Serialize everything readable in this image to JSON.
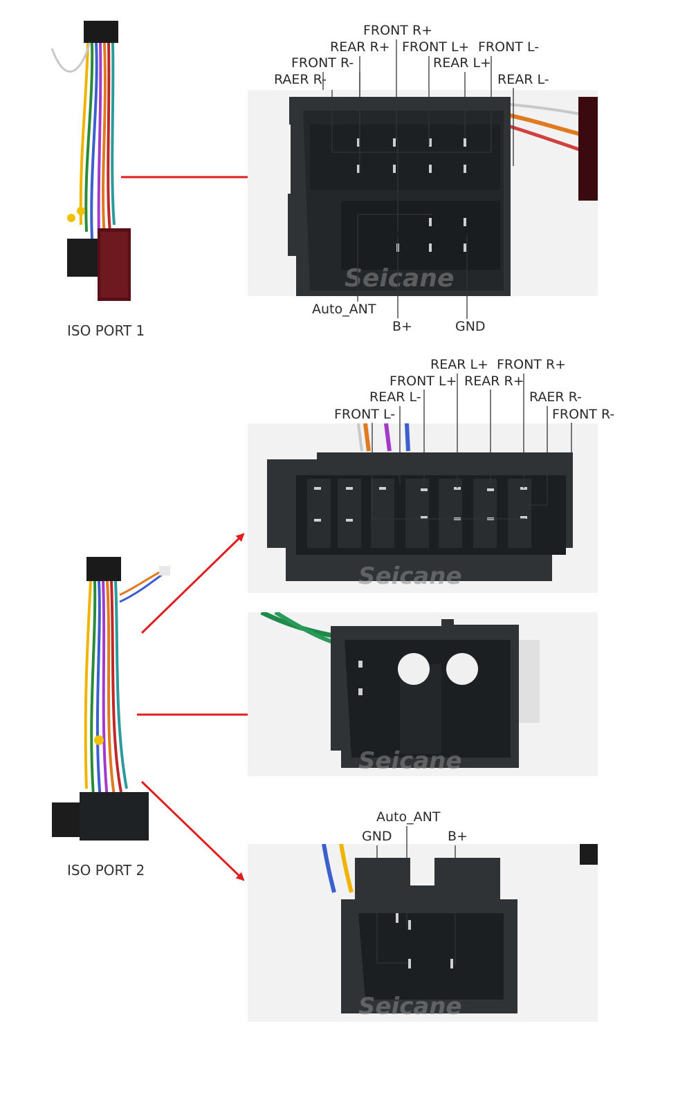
{
  "port1": {
    "caption": "ISO PORT 1",
    "labels": {
      "front_r_plus": "FRONT R+",
      "rear_r_plus": "REAR R+",
      "front_l_plus": "FRONT L+",
      "front_l_minus": "FRONT L-",
      "front_r_minus": "FRONT R-",
      "rear_l_plus": "REAR L+",
      "raer_r_minus": "RAER R-",
      "rear_l_minus": "REAR L-",
      "auto_ant": "Auto_ANT",
      "b_plus": "B+",
      "gnd": "GND"
    }
  },
  "port2": {
    "caption": "ISO PORT 2",
    "speaker_labels": {
      "rear_l_plus": "REAR L+",
      "front_r_plus": "FRONT R+",
      "front_l_plus": "FRONT L+",
      "rear_r_plus": "REAR R+",
      "rear_l_minus": "REAR L-",
      "raer_r_minus": "RAER R-",
      "front_l_minus": "FRONT L-",
      "front_r_minus": "FRONT R-"
    },
    "power_labels": {
      "auto_ant": "Auto_ANT",
      "gnd": "GND",
      "b_plus": "B+"
    }
  },
  "watermark": "Seicane",
  "colors": {
    "arrow": "#e01e1e",
    "connector": "#2e3236",
    "label": "#2a2a2a",
    "leader": "#333333"
  }
}
